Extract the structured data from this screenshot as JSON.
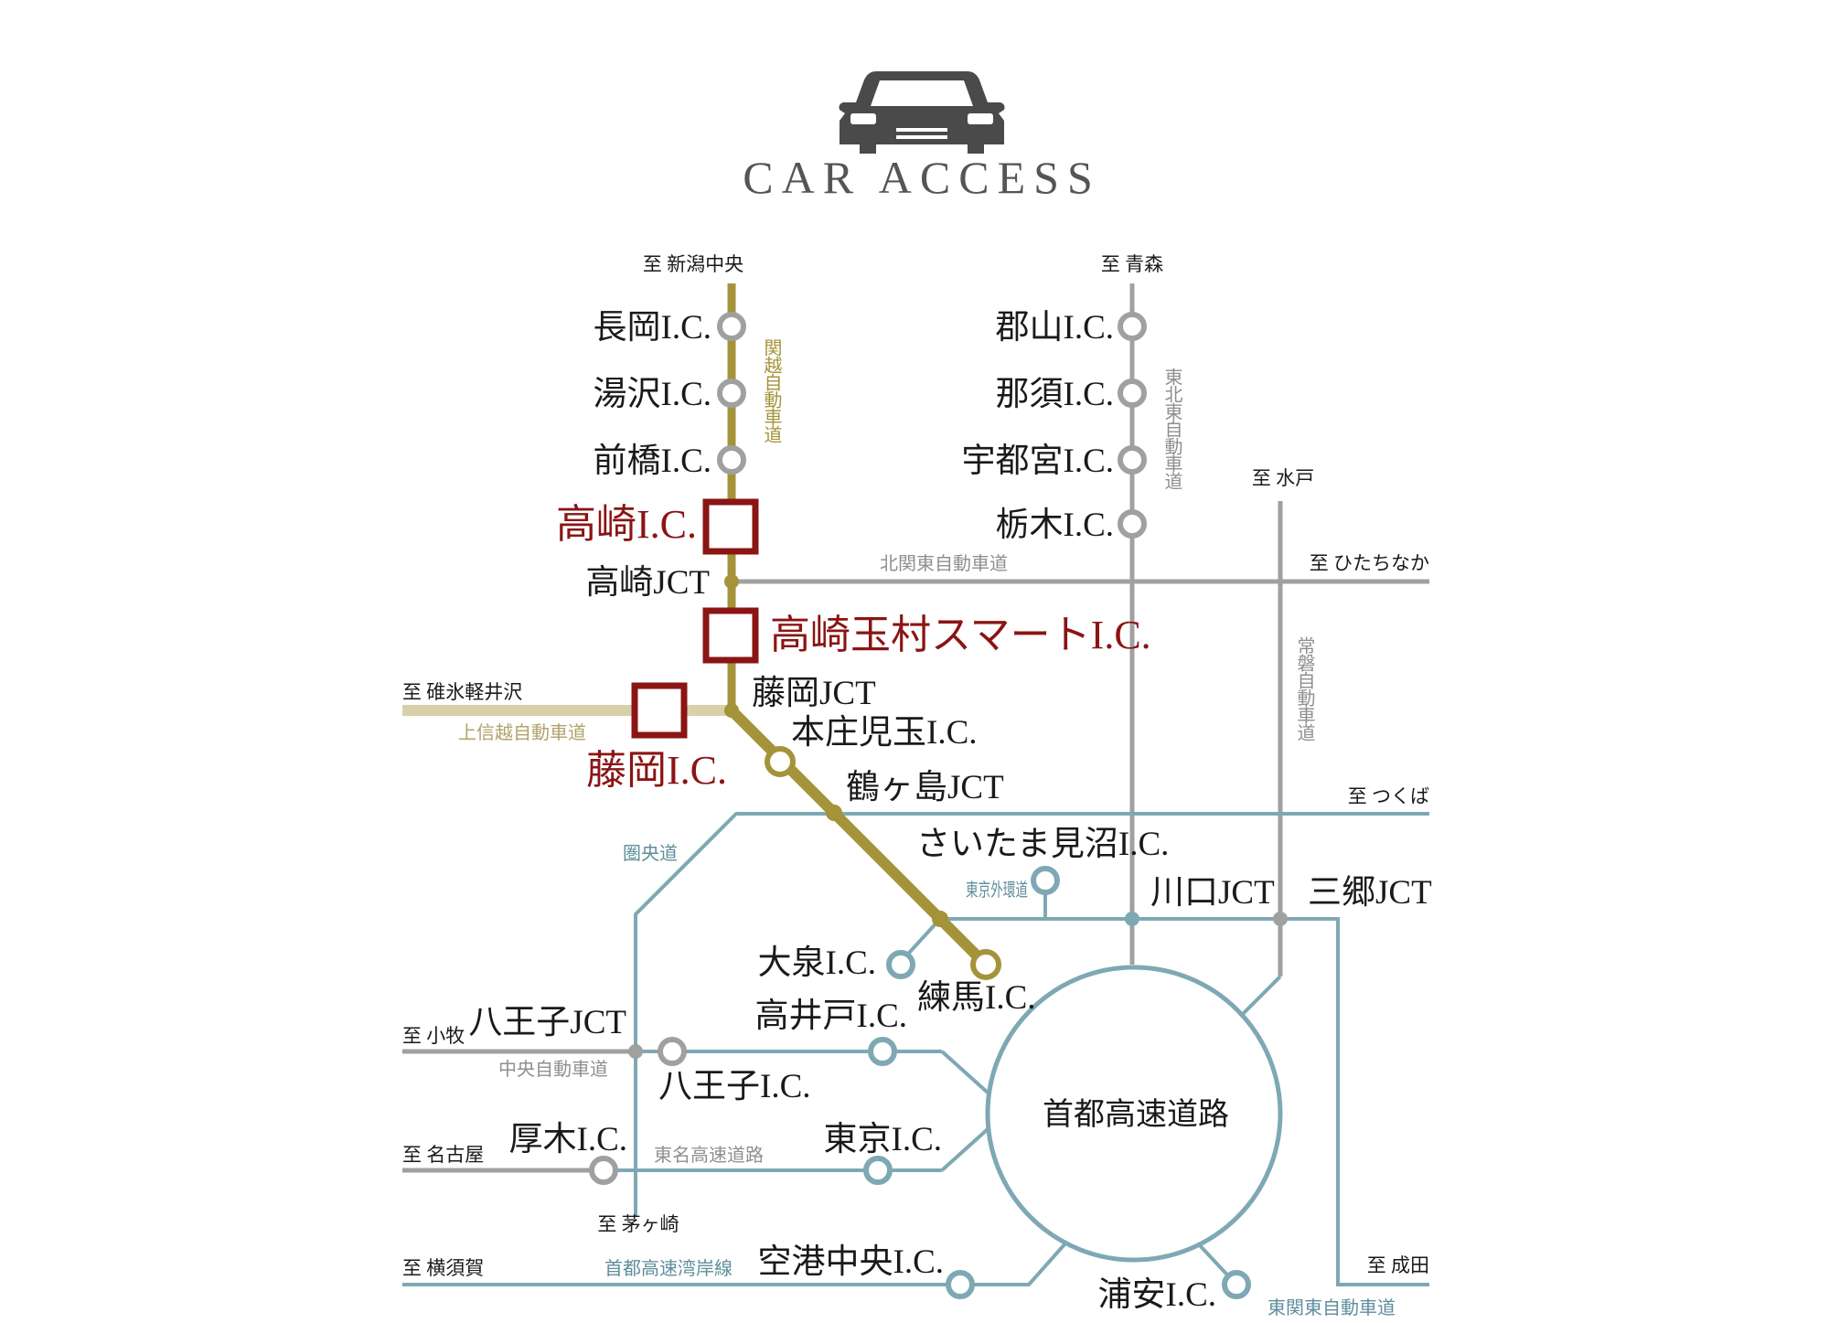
{
  "header": {
    "title": "CAR ACCESS",
    "icon": "car-icon"
  },
  "colors": {
    "kanetsu": "#a5933a",
    "joshinetsu": "#d8d0a8",
    "grey_road": "#a0a0a0",
    "teal_road": "#7ea8b4",
    "highlight": "#8b1414"
  },
  "destinations": {
    "niigata": "至 新潟中央",
    "aomori": "至 青森",
    "mito": "至 水戸",
    "hitachinaka": "至 ひたちなか",
    "karuizawa": "至 碓氷軽井沢",
    "tsukuba": "至 つくば",
    "komaki": "至 小牧",
    "nagoya": "至 名古屋",
    "chigasaki": "至 茅ヶ崎",
    "yokosuka": "至 横須賀",
    "narita": "至 成田"
  },
  "roads": {
    "kanetsu": "関越自動車道",
    "tohoku": "東北東自動車道",
    "kitakanto": "北関東自動車道",
    "joban": "常磐自動車道",
    "joshinetsu": "上信越自動車道",
    "kenodo": "圏央道",
    "gaikan": "東京外環道",
    "chuo": "中央自動車道",
    "tomei": "東名高速道路",
    "wangan": "首都高速湾岸線",
    "higashikanto": "東関東自動車道",
    "shutoko": "首都高速道路"
  },
  "interchanges": {
    "nagaoka": "長岡I.C.",
    "yuzawa": "湯沢I.C.",
    "maebashi": "前橋I.C.",
    "takasaki": "高崎I.C.",
    "takasaki_jct": "高崎JCT",
    "tamamura": "高崎玉村スマートI.C.",
    "fujioka_jct": "藤岡JCT",
    "fujioka": "藤岡I.C.",
    "honjo": "本庄児玉I.C.",
    "tsurugashima": "鶴ヶ島JCT",
    "koriyama": "郡山I.C.",
    "nasu": "那須I.C.",
    "utsunomiya": "宇都宮I.C.",
    "tochigi": "栃木I.C.",
    "saitama_minuma": "さいたま見沼I.C.",
    "kawaguchi": "川口JCT",
    "misato": "三郷JCT",
    "oizumi": "大泉I.C.",
    "nerima": "練馬I.C.",
    "hachioji_jct": "八王子JCT",
    "takaido": "高井戸I.C.",
    "hachioji": "八王子I.C.",
    "atsugi": "厚木I.C.",
    "tokyo": "東京I.C.",
    "kuko_chuo": "空港中央I.C.",
    "urayasu": "浦安I.C."
  }
}
